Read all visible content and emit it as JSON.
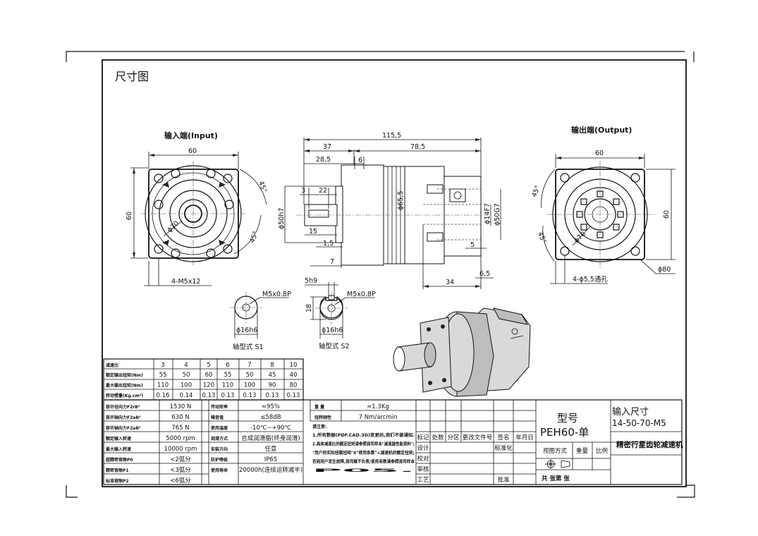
{
  "sheet": {
    "title": "尺寸图"
  },
  "input_view": {
    "title": "输入端(Input)",
    "dims": {
      "width_top": "60",
      "height_left": "60",
      "pitch_circle": "ϕ70",
      "angle_top": "45°",
      "angle_side": "45°",
      "holes": "4-M5x12"
    }
  },
  "side_view": {
    "dims": {
      "overall": "115,5",
      "right_len": "78,5",
      "left_len": "37",
      "flange_len": "28,5",
      "gap": "6",
      "shaft_key_off": "3",
      "key_len": "22",
      "shaft_len": "15",
      "pilot_len": "1,5",
      "pilot2": "7",
      "body_dia": "ϕ65,5",
      "pilot_dia": "ϕ50h7",
      "in_bore": "ϕ14F7",
      "in_pilot": "ϕ50G7",
      "right_gap": "5",
      "input_len": "34",
      "input_step": "6,5"
    }
  },
  "output_view": {
    "title": "输出端(Output)",
    "dims": {
      "width_top": "60",
      "height_right": "60",
      "pitch_circle": "ϕ70",
      "angle_top": "45°",
      "angle_side": "45°",
      "holes": "4-ϕ5,5通孔",
      "outer": "ϕ80"
    }
  },
  "shafts": {
    "s1": {
      "thread": "M5x0.8P",
      "dia": "ϕ16h6",
      "label": "轴型式 S1"
    },
    "s2": {
      "thread": "M5x0.8P",
      "dia": "ϕ16h6",
      "label": "轴型式 S2",
      "key": "5h9",
      "height": "18"
    }
  },
  "ratio_table": {
    "headers": [
      "减速比",
      "3",
      "4",
      "5",
      "6",
      "7",
      "8",
      "10"
    ],
    "rows": [
      {
        "label": "额定输出扭矩(Nm)",
        "values": [
          "55",
          "50",
          "60",
          "55",
          "50",
          "45",
          "40"
        ]
      },
      {
        "label": "最大输出扭矩(Nm)",
        "values": [
          "110",
          "100",
          "120",
          "110",
          "100",
          "90",
          "80"
        ]
      },
      {
        "label": "转动惯量(Kg.cm²)",
        "values": [
          "0.16",
          "0.14",
          "0.13",
          "0.13",
          "0.13",
          "0.13",
          "0.13"
        ]
      }
    ]
  },
  "spec_table": {
    "col1": [
      {
        "label": "容许径向力F2rB²",
        "value": "1530 N"
      },
      {
        "label": "容许轴向力F2aB²",
        "value": "630 N"
      },
      {
        "label": "容许轴向力F2aB²",
        "value": "765 N"
      },
      {
        "label": "额定输入转速",
        "value": "5000 rpm"
      },
      {
        "label": "最大输入转速",
        "value": "10000 rpm"
      },
      {
        "label": "超精密背隙P0",
        "value": "<2弧分"
      },
      {
        "label": "精密背隙P1",
        "value": "<3弧分"
      },
      {
        "label": "标准背隙P2",
        "value": "<6弧分"
      }
    ],
    "col2": [
      {
        "label": "传动效率",
        "value": "≈95%"
      },
      {
        "label": "噪音值",
        "value": "≤58dB"
      },
      {
        "label": "使用温度",
        "value": "-10℃~+90℃"
      },
      {
        "label": "润滑方式",
        "value": "合成润滑脂(终身润滑)"
      },
      {
        "label": "安装方向",
        "value": "任意"
      },
      {
        "label": "防护等级",
        "value": "IP65"
      },
      {
        "label": "使用寿命",
        "value": "20000h(连续运转减半)"
      }
    ],
    "col3": [
      {
        "label": "重 量",
        "value": "≈1.3Kg"
      },
      {
        "label": "扭转刚性",
        "value": "7 Nm/arcmin"
      }
    ],
    "notes_title": "请注意:",
    "notes": [
      "1.所有数据(PDF.CAD.3D)变更后,我们不做通知.",
      "2.具体减速比的额定扭矩请参照我司样本\"减速器性能资料\";",
      "\"用户的实际扭载扭矩\"X\"使用系数\"<减速机的额定扭矩;",
      "否则用户发生故障,我司概不负责;使用系数请参照我司样本",
      "P05."
    ]
  },
  "title_block": {
    "rev_headers": [
      "标记",
      "处数",
      "分区",
      "更改文件号",
      "签名",
      "年月日"
    ],
    "sign_rows": [
      "设计",
      "校对",
      "审核",
      "工艺"
    ],
    "standardize": "标准化",
    "approve": "批准",
    "model_label": "型号",
    "model": "PEH60-单",
    "input_size_label": "输入尺寸",
    "input_size": "14-50-70-M5",
    "view_label": "视图方式",
    "weight_label": "重量",
    "scale_label": "比例",
    "product_name": "精密行星齿轮减速机",
    "sheets": "共 张第 张"
  }
}
